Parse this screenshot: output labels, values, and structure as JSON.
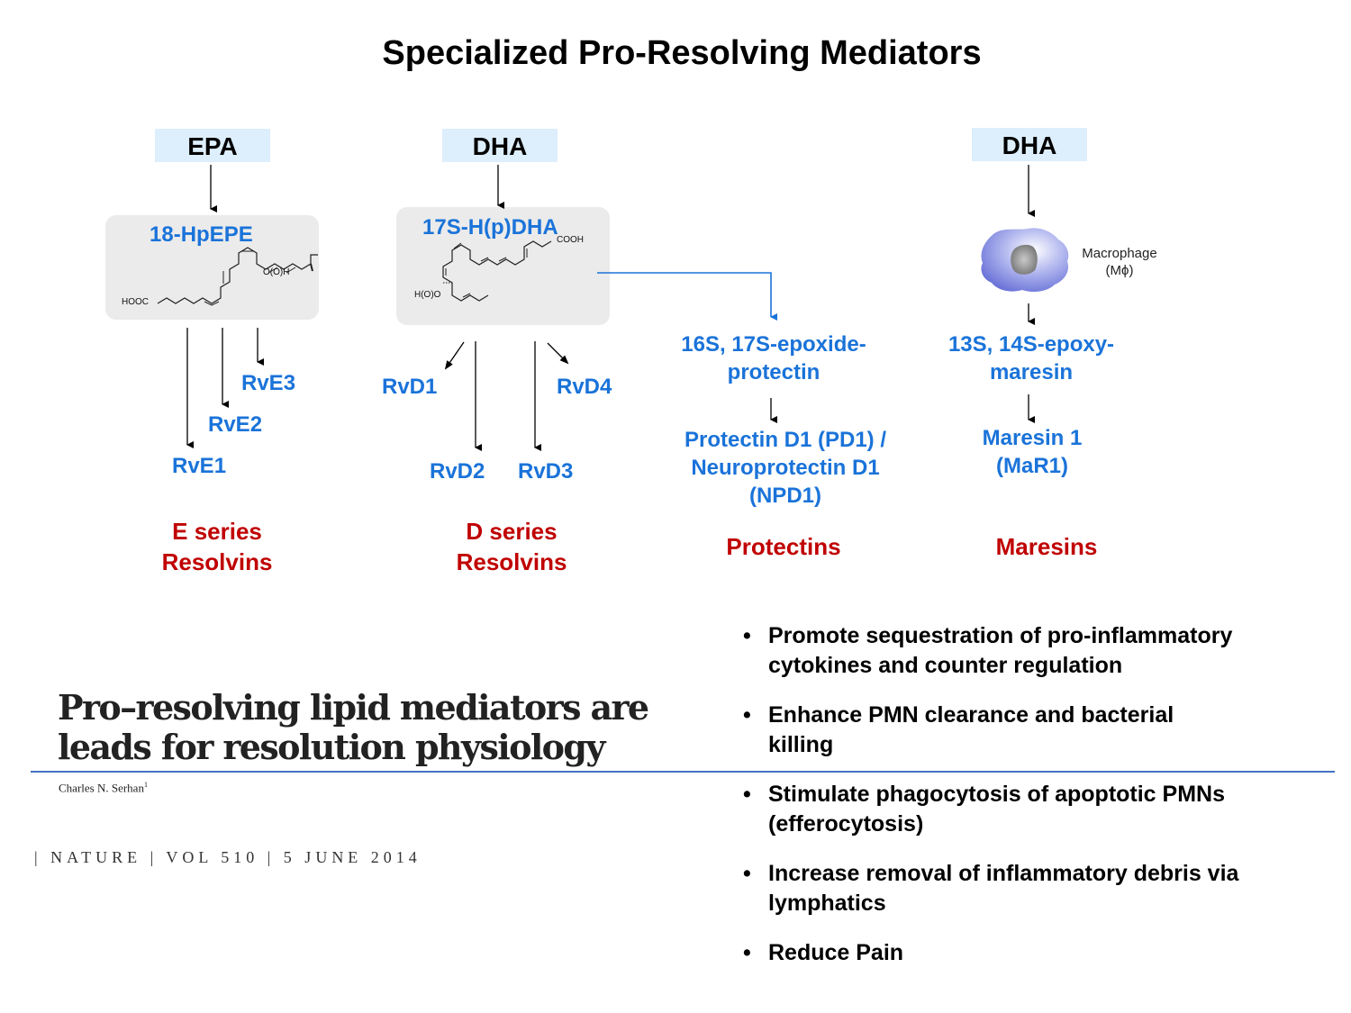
{
  "title": "Specialized Pro-Resolving Mediators",
  "sources": {
    "epa": "EPA",
    "dha1": "DHA",
    "dha2": "DHA"
  },
  "intermediates": {
    "hpepe": {
      "label": "18-HpEPE",
      "mol_left": "HOOC",
      "mol_right": "O(O)H"
    },
    "hpdha": {
      "label": "17S-H(p)DHA",
      "mol_right": "COOH",
      "mol_left": "H(O)O"
    },
    "macrophage": {
      "line1": "Macrophage",
      "line2": "(Mϕ)"
    }
  },
  "e_series": {
    "products": [
      "RvE1",
      "RvE2",
      "RvE3"
    ],
    "group_label_line1": "E series",
    "group_label_line2": "Resolvins"
  },
  "d_series": {
    "products": [
      "RvD1",
      "RvD2",
      "RvD3",
      "RvD4"
    ],
    "group_label_line1": "D series",
    "group_label_line2": "Resolvins"
  },
  "protectins": {
    "intermediate_line1": "16S, 17S-epoxide-",
    "intermediate_line2": "protectin",
    "product_line1": "Protectin D1 (PD1) /",
    "product_line2": "Neuroprotectin D1",
    "product_line3": "(NPD1)",
    "group_label": "Protectins"
  },
  "maresins": {
    "intermediate_line1": "13S, 14S-epoxy-",
    "intermediate_line2": "maresin",
    "product_line1": "Maresin 1",
    "product_line2": "(MaR1)",
    "group_label": "Maresins"
  },
  "paper": {
    "title_line1": "Pro–resolving lipid mediators are",
    "title_line2": "leads for resolution physiology",
    "author": "Charles N. Serhan",
    "author_sup": "1",
    "journal_line": "| NATURE | VOL 510 | 5 JUNE 2014"
  },
  "bullets": [
    {
      "line1": "Promote sequestration of pro-inflammatory",
      "line2": "cytokines and counter regulation"
    },
    {
      "line1": "Enhance PMN clearance and bacterial",
      "line2": "killing"
    },
    {
      "line1": "Stimulate phagocytosis of apoptotic PMNs",
      "line2": "(efferocytosis)"
    },
    {
      "line1": "Increase removal of inflammatory debris via",
      "line2": "lymphatics"
    },
    {
      "line1": "Reduce Pain",
      "line2": ""
    }
  ],
  "colors": {
    "product_blue": "#1a73d9",
    "group_red": "#c00000",
    "source_bg": "#ddeefc",
    "box_bg": "#ebebeb",
    "rule_blue": "#4472c4"
  }
}
